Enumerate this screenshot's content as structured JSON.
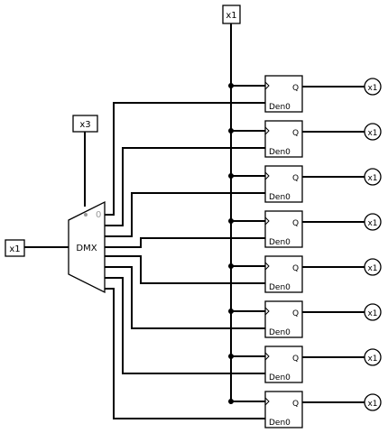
{
  "diagram": {
    "top_input_label": "x1",
    "select_input_label": "x3",
    "data_input_label": "x1",
    "demux_label": "DMX",
    "demux_first_output_label": "0",
    "flipflop_q_label": "Q",
    "flipflop_den_label": "Den0",
    "output_labels": [
      "x1",
      "x1",
      "x1",
      "x1",
      "x1",
      "x1",
      "x1",
      "x1"
    ]
  }
}
